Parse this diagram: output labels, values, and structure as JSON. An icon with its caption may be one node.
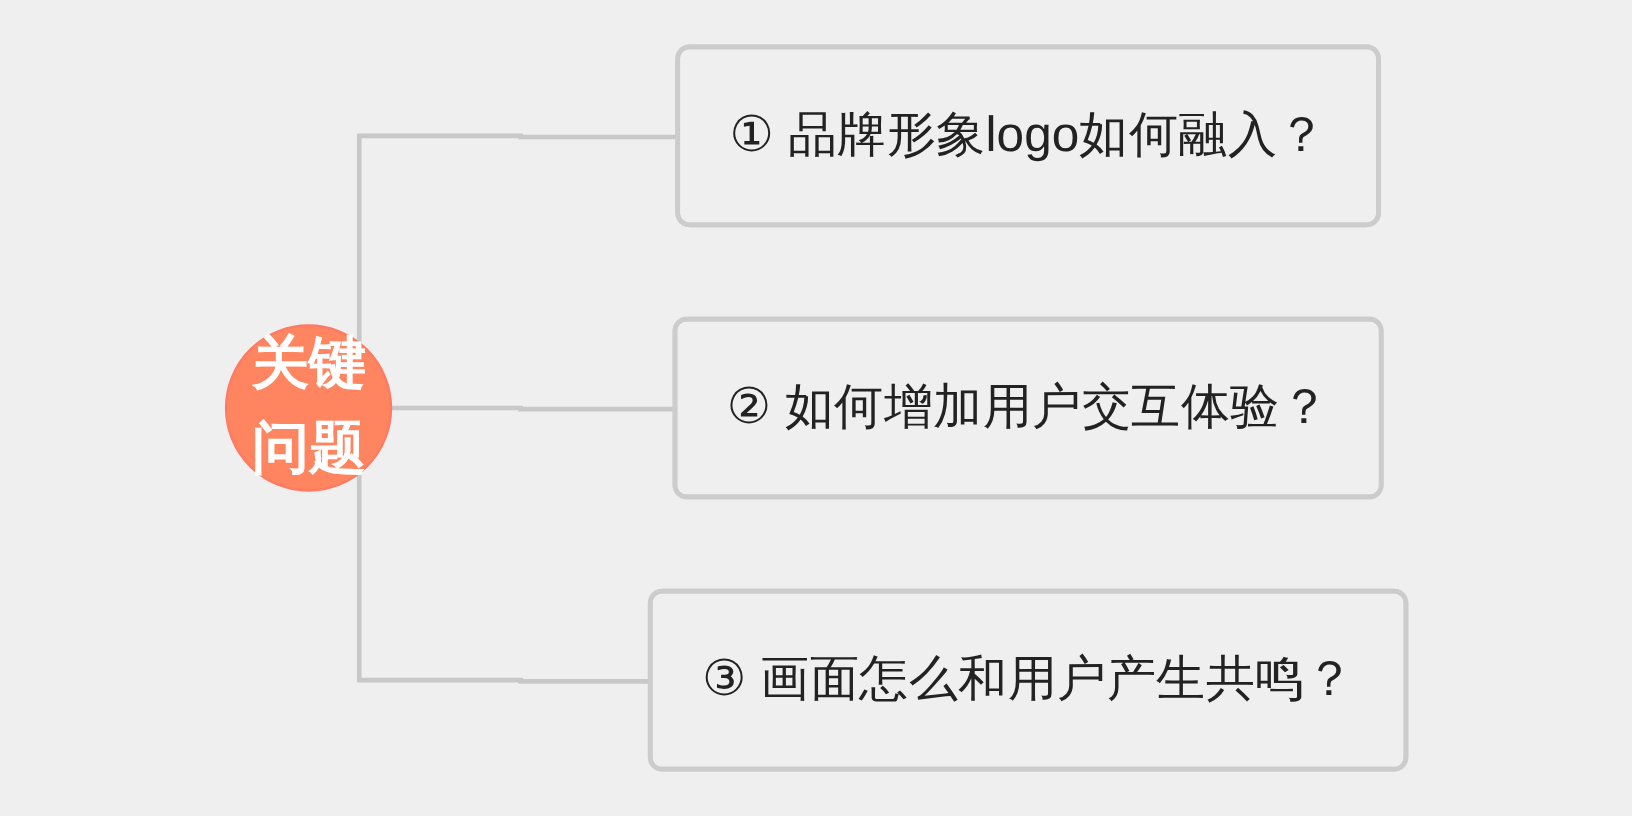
{
  "diagram": {
    "nodes": [
      {
        "text": [
          "关键问题"
        ]
      },
      {
        "text": [
          "① 品牌形象logo如何融入？"
        ]
      },
      {
        "text": [
          "② 如何增加用户交互体验？"
        ]
      },
      {
        "text": [
          "③ 画面怎么和用户产生共鸣？"
        ]
      }
    ],
    "edges": [
      {
        "from": 0,
        "to": 1,
        "arrow": "none"
      },
      {
        "from": 0,
        "to": 2,
        "arrow": "none"
      },
      {
        "from": 0,
        "to": 3,
        "arrow": "none"
      }
    ]
  }
}
